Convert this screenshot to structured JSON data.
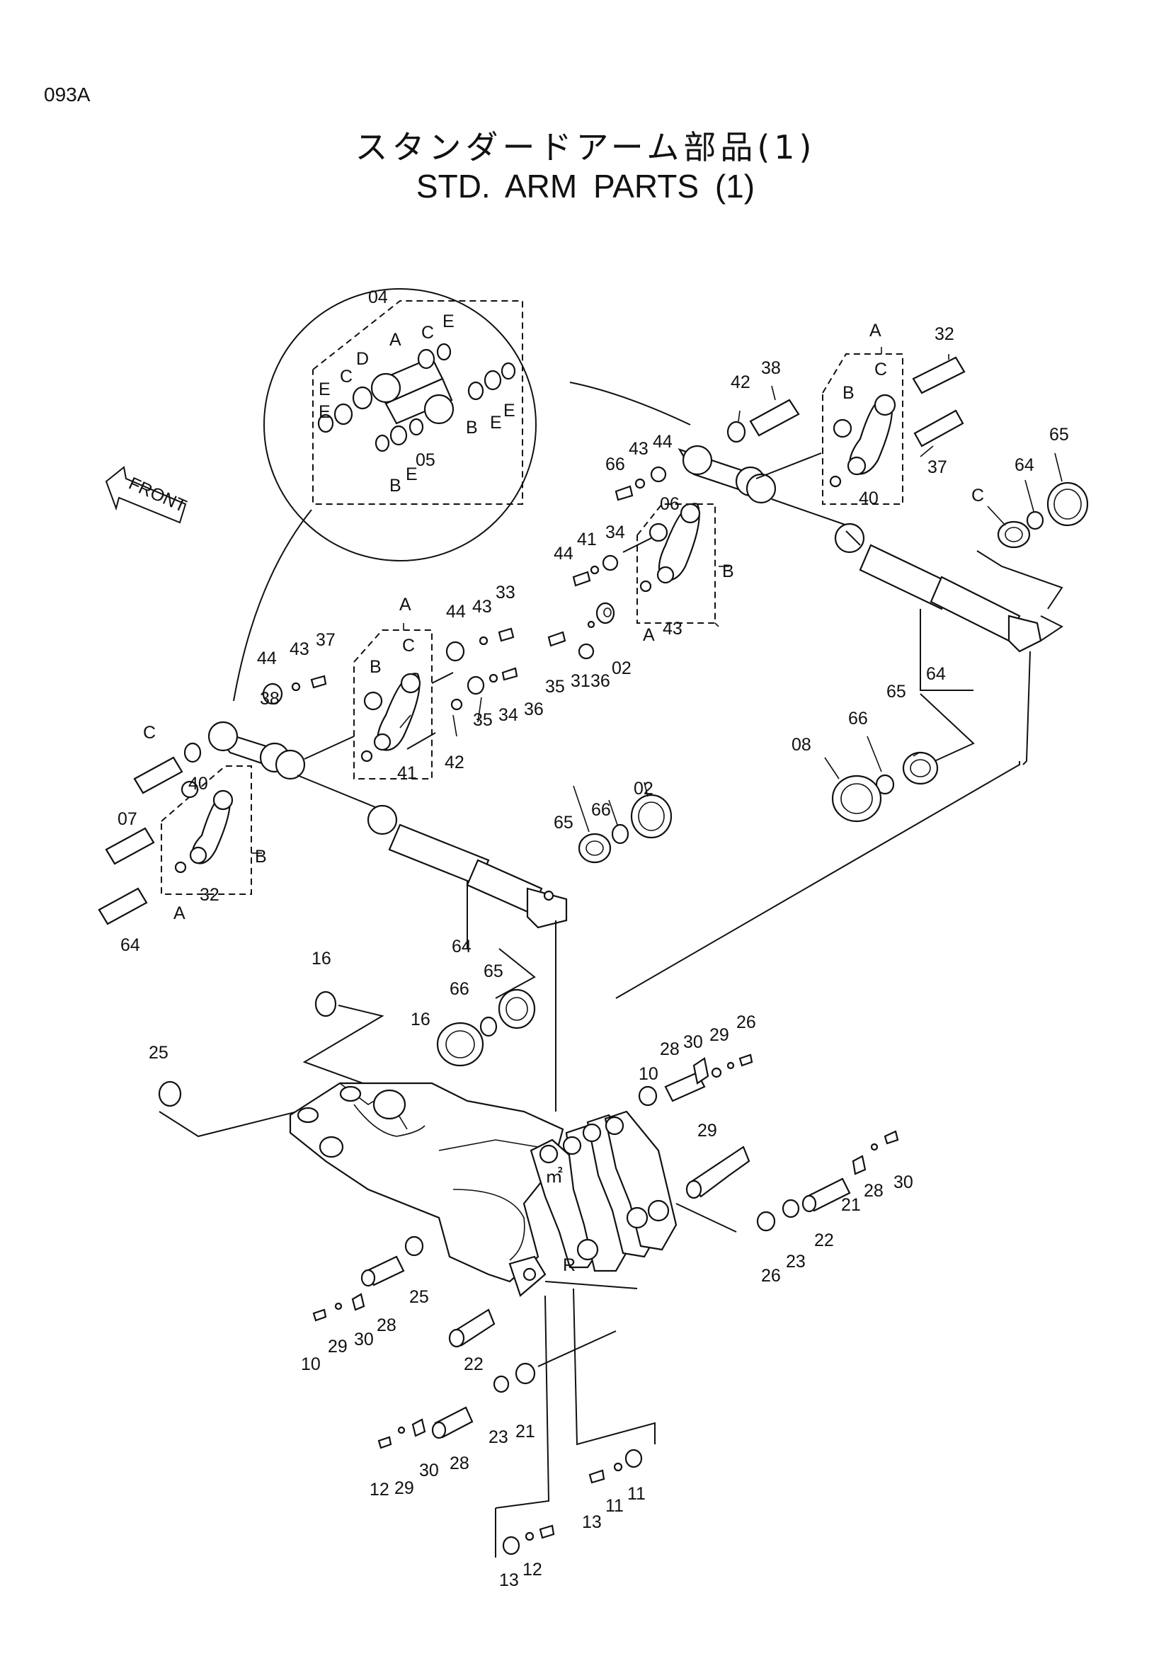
{
  "page_code": "093A",
  "title_jp": "スタンダードアーム部品(1)",
  "title_en": "STD. ARM   PARTS (1)",
  "front_label": "FRONT",
  "labels": [
    {
      "name": "label-04-detail",
      "text": "04"
    },
    {
      "name": "label-E-detail-1",
      "text": "E"
    },
    {
      "name": "label-C-detail-1",
      "text": "C"
    },
    {
      "name": "label-A-detail",
      "text": "A"
    },
    {
      "name": "label-D-detail",
      "text": "D"
    },
    {
      "name": "label-C-detail-2",
      "text": "C"
    },
    {
      "name": "label-E-detail-2",
      "text": "E"
    },
    {
      "name": "label-E-detail-3",
      "text": "E"
    },
    {
      "name": "label-B-detail-1",
      "text": "B"
    },
    {
      "name": "label-E-detail-4",
      "text": "E"
    },
    {
      "name": "label-E-detail-5",
      "text": "E"
    },
    {
      "name": "label-B-detail-2",
      "text": "B"
    },
    {
      "name": "label-E-detail-6",
      "text": "E"
    },
    {
      "name": "label-05",
      "text": "05"
    },
    {
      "name": "label-A-05",
      "text": "A"
    },
    {
      "name": "label-C-05",
      "text": "C"
    },
    {
      "name": "label-B-05",
      "text": "B"
    },
    {
      "name": "label-40-right",
      "text": "40"
    },
    {
      "name": "label-32-right",
      "text": "32"
    },
    {
      "name": "label-37-right",
      "text": "37"
    },
    {
      "name": "label-38-right",
      "text": "38"
    },
    {
      "name": "label-42-right",
      "text": "42"
    },
    {
      "name": "label-44-right",
      "text": "44"
    },
    {
      "name": "label-43-right",
      "text": "43"
    },
    {
      "name": "label-66-right-top",
      "text": "66"
    },
    {
      "name": "label-65-right-top",
      "text": "65"
    },
    {
      "name": "label-64-right-top",
      "text": "64"
    },
    {
      "name": "label-C-06",
      "text": "C"
    },
    {
      "name": "label-06",
      "text": "06"
    },
    {
      "name": "label-B-06",
      "text": "B"
    },
    {
      "name": "label-A-06",
      "text": "A"
    },
    {
      "name": "label-43-mid",
      "text": "43"
    },
    {
      "name": "label-44-mid",
      "text": "44"
    },
    {
      "name": "label-41-mid",
      "text": "41"
    },
    {
      "name": "label-34-mid",
      "text": "34"
    },
    {
      "name": "label-35-mid",
      "text": "35"
    },
    {
      "name": "label-31",
      "text": "31"
    },
    {
      "name": "label-36-mid",
      "text": "36"
    },
    {
      "name": "label-02-right",
      "text": "02"
    },
    {
      "name": "label-64-right-mid",
      "text": "64"
    },
    {
      "name": "label-65-right-mid",
      "text": "65"
    },
    {
      "name": "label-66-right-mid",
      "text": "66"
    },
    {
      "name": "label-08",
      "text": "08"
    },
    {
      "name": "label-A-08",
      "text": "A"
    },
    {
      "name": "label-C-08",
      "text": "C"
    },
    {
      "name": "label-B-08",
      "text": "B"
    },
    {
      "name": "label-41-left",
      "text": "41"
    },
    {
      "name": "label-44-left-a",
      "text": "44"
    },
    {
      "name": "label-43-left-a",
      "text": "43"
    },
    {
      "name": "label-33",
      "text": "33"
    },
    {
      "name": "label-35-left",
      "text": "35"
    },
    {
      "name": "label-34-left",
      "text": "34"
    },
    {
      "name": "label-36-left",
      "text": "36"
    },
    {
      "name": "label-42-left",
      "text": "42"
    },
    {
      "name": "label-44-left-b",
      "text": "44"
    },
    {
      "name": "label-43-left-b",
      "text": "43"
    },
    {
      "name": "label-37-left",
      "text": "37"
    },
    {
      "name": "label-38-left",
      "text": "38"
    },
    {
      "name": "label-C-07",
      "text": "C"
    },
    {
      "name": "label-40-left",
      "text": "40"
    },
    {
      "name": "label-07",
      "text": "07"
    },
    {
      "name": "label-B-07",
      "text": "B"
    },
    {
      "name": "label-A-07",
      "text": "A"
    },
    {
      "name": "label-32-left",
      "text": "32"
    },
    {
      "name": "label-64-center",
      "text": "64"
    },
    {
      "name": "label-65-center",
      "text": "65"
    },
    {
      "name": "label-66-center",
      "text": "66"
    },
    {
      "name": "label-02-left",
      "text": "02"
    },
    {
      "name": "label-64-lower",
      "text": "64"
    },
    {
      "name": "label-65-lower",
      "text": "65"
    },
    {
      "name": "label-66-lower",
      "text": "66"
    },
    {
      "name": "label-16-upper",
      "text": "16"
    },
    {
      "name": "label-16-lower",
      "text": "16"
    },
    {
      "name": "label-25-right",
      "text": "25"
    },
    {
      "name": "label-28-right-top",
      "text": "28"
    },
    {
      "name": "label-30-right-top",
      "text": "30"
    },
    {
      "name": "label-29-right-top",
      "text": "29"
    },
    {
      "name": "label-26-right",
      "text": "26"
    },
    {
      "name": "label-10-right",
      "text": "10"
    },
    {
      "name": "label-29-right-low",
      "text": "29"
    },
    {
      "name": "label-30-right-low",
      "text": "30"
    },
    {
      "name": "label-28-right-low",
      "text": "28"
    },
    {
      "name": "label-21-right",
      "text": "21"
    },
    {
      "name": "label-22-right",
      "text": "22"
    },
    {
      "name": "label-23-right",
      "text": "23"
    },
    {
      "name": "label-26-left",
      "text": "26"
    },
    {
      "name": "label-25-left",
      "text": "25"
    },
    {
      "name": "label-28-left-top",
      "text": "28"
    },
    {
      "name": "label-30-left-top",
      "text": "30"
    },
    {
      "name": "label-29-left-top",
      "text": "29"
    },
    {
      "name": "label-10-left",
      "text": "10"
    },
    {
      "name": "label-22-left",
      "text": "22"
    },
    {
      "name": "label-23-left",
      "text": "23"
    },
    {
      "name": "label-21-left",
      "text": "21"
    },
    {
      "name": "label-28-left-low",
      "text": "28"
    },
    {
      "name": "label-30-left-low",
      "text": "30"
    },
    {
      "name": "label-29-left-low",
      "text": "29"
    },
    {
      "name": "label-12-right",
      "text": "12"
    },
    {
      "name": "label-13-right",
      "text": "13"
    },
    {
      "name": "label-11-right",
      "text": "11"
    },
    {
      "name": "label-11-left",
      "text": "11"
    },
    {
      "name": "label-13-left",
      "text": "13"
    },
    {
      "name": "label-12-left",
      "text": "12"
    }
  ]
}
